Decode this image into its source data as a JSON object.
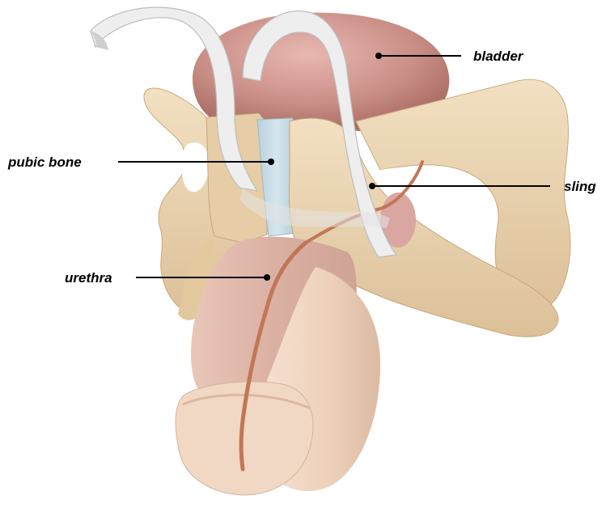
{
  "diagram": {
    "labels": {
      "bladder": "bladder",
      "pubic_bone": "pubic bone",
      "sling": "sling",
      "urethra": "urethra"
    }
  },
  "colors": {
    "bone": "#ead3ad",
    "bone_shadow": "#c8ab80",
    "bladder": "#c98e86",
    "bladder_dark": "#b07069",
    "skin": "#efd6c1",
    "skin_shadow": "#d9b59f",
    "urethra": "#c17757",
    "sling": "#eeeeee",
    "sling_shadow": "#c9c9c9",
    "tissue_blue": "#c8dde8",
    "leader": "#000000"
  }
}
